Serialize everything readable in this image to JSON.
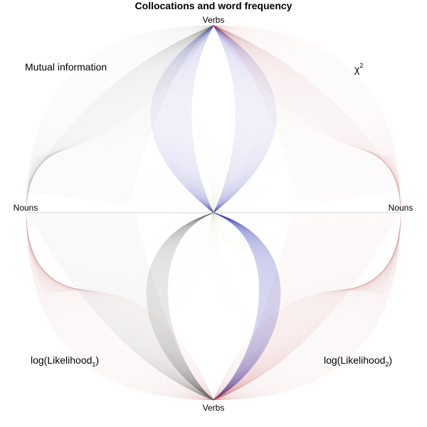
{
  "title": "Collocations and word frequency",
  "axis_labels": {
    "top": "Verbs",
    "bottom": "Verbs",
    "left": "Nouns",
    "right": "Nouns"
  },
  "quadrants": {
    "top_left": {
      "label": "Mutual information"
    },
    "top_right": {
      "label": "χ",
      "superscript": "2"
    },
    "bottom_left": {
      "label_pre": "log(Likelihood",
      "subscript": "1",
      "label_post": ")"
    },
    "bottom_right": {
      "label_pre": "log(Likelihood",
      "subscript": "2",
      "label_post": ")"
    }
  },
  "colors": {
    "grey": "#6e6e6e",
    "blue": "#3a3fb8",
    "red": "#c0555a",
    "olive": "#b9c47a"
  }
}
